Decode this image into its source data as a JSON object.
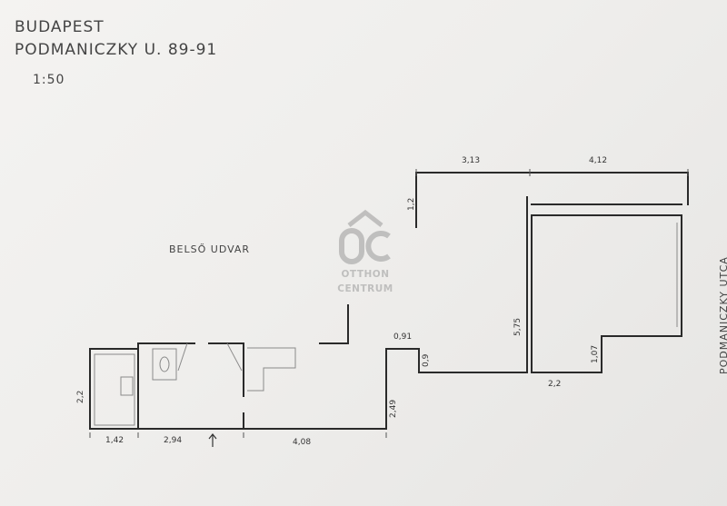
{
  "header": {
    "city": "BUDAPEST",
    "address": "PODMANICZKY U. 89-91",
    "scale": "1:50"
  },
  "labels": {
    "courtyard": "BELSŐ UDVAR",
    "street": "PODMANICZKY UTCA"
  },
  "dimensions": {
    "top_left": "3,13",
    "top_right": "4,12",
    "top_side": "1,2",
    "right_height": "5,75",
    "right_small": "1,07",
    "right_bottom": "2,2",
    "step_width": "0,91",
    "step_height": "0,9",
    "left_height": "2,2",
    "bottom_a": "1,42",
    "bottom_b": "2,94",
    "bottom_c": "4,08",
    "mid_height": "2,49"
  },
  "watermark": {
    "brand_line1": "OTTHON",
    "brand_line2": "CENTRUM"
  },
  "colors": {
    "paper": "#f2f1ef",
    "ink": "#2a2a2a",
    "pencil": "#8a8a8a",
    "watermark": "#9a9a9a"
  }
}
